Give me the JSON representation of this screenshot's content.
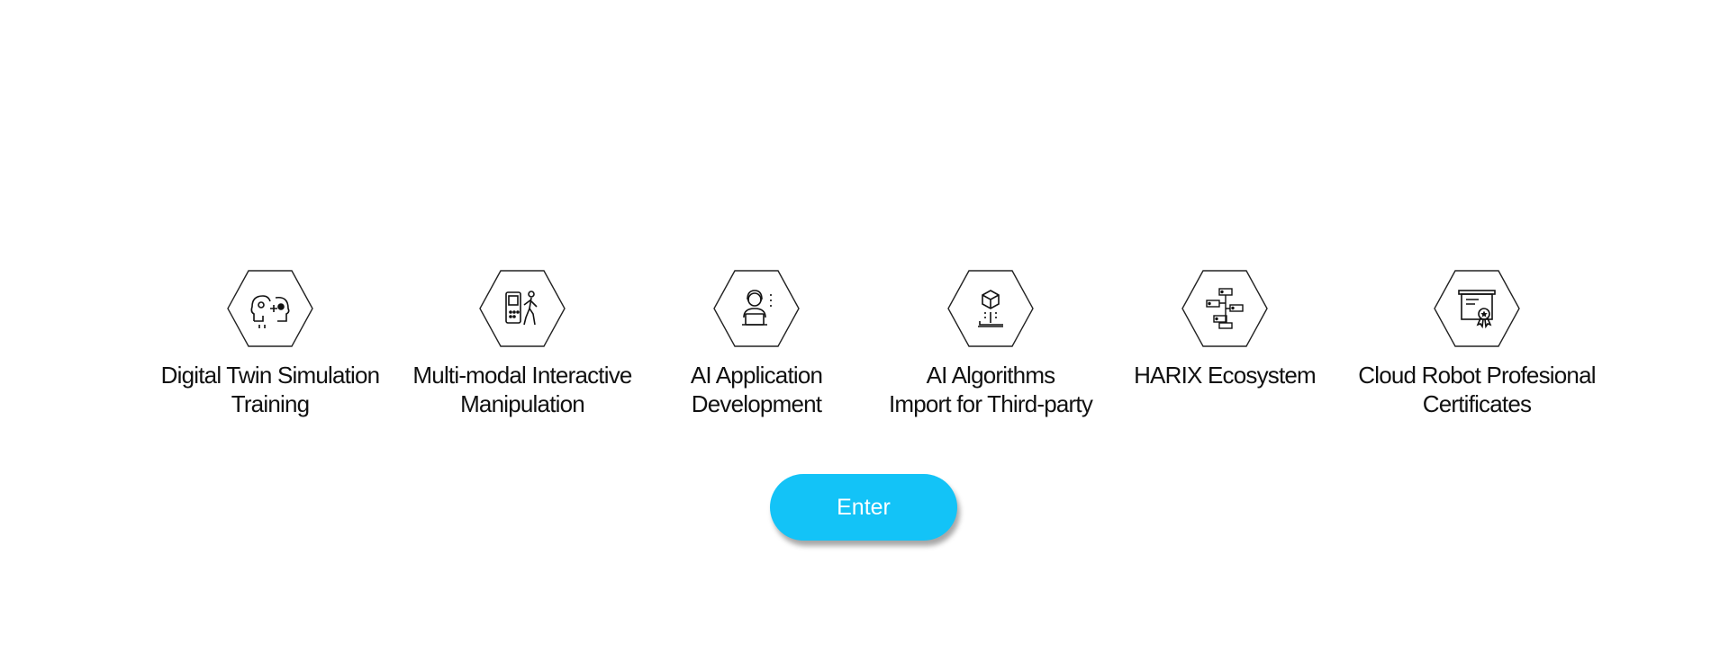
{
  "features": [
    {
      "icon": "digital-twin-icon",
      "line1": "Digital Twin Simulation",
      "line2": "Training"
    },
    {
      "icon": "multimodal-interaction-icon",
      "line1": "Multi-modal Interactive",
      "line2": "Manipulation"
    },
    {
      "icon": "developer-laptop-icon",
      "line1": "AI Application",
      "line2": "Development"
    },
    {
      "icon": "algorithm-import-icon",
      "line1": "AI Algorithms",
      "line2": "Import for Third-party"
    },
    {
      "icon": "ecosystem-network-icon",
      "line1": "HARIX Ecosystem",
      "line2": ""
    },
    {
      "icon": "certificate-icon",
      "line1": "Cloud Robot Profesional",
      "line2": "Certificates"
    }
  ],
  "enter_button": {
    "label": "Enter",
    "color": "#13c3f7"
  }
}
